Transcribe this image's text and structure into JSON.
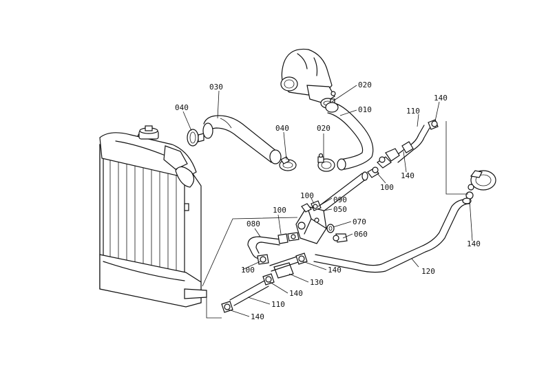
{
  "callouts": {
    "p010": "010",
    "p020_top": "020",
    "p020_mid": "020",
    "p030": "030",
    "p040_left": "040",
    "p040_right": "040",
    "p050": "050",
    "p060": "060",
    "p070": "070",
    "p080": "080",
    "p090": "090",
    "p100_a": "100",
    "p100_b": "100",
    "p100_c": "100",
    "p100_d": "100",
    "p110_top": "110",
    "p110_bottom": "110",
    "p120": "120",
    "p130": "130",
    "p140_top": "140",
    "p140_b": "140",
    "p140_right": "140",
    "p140_c": "140",
    "p140_d": "140",
    "p140_bottom": "140"
  }
}
